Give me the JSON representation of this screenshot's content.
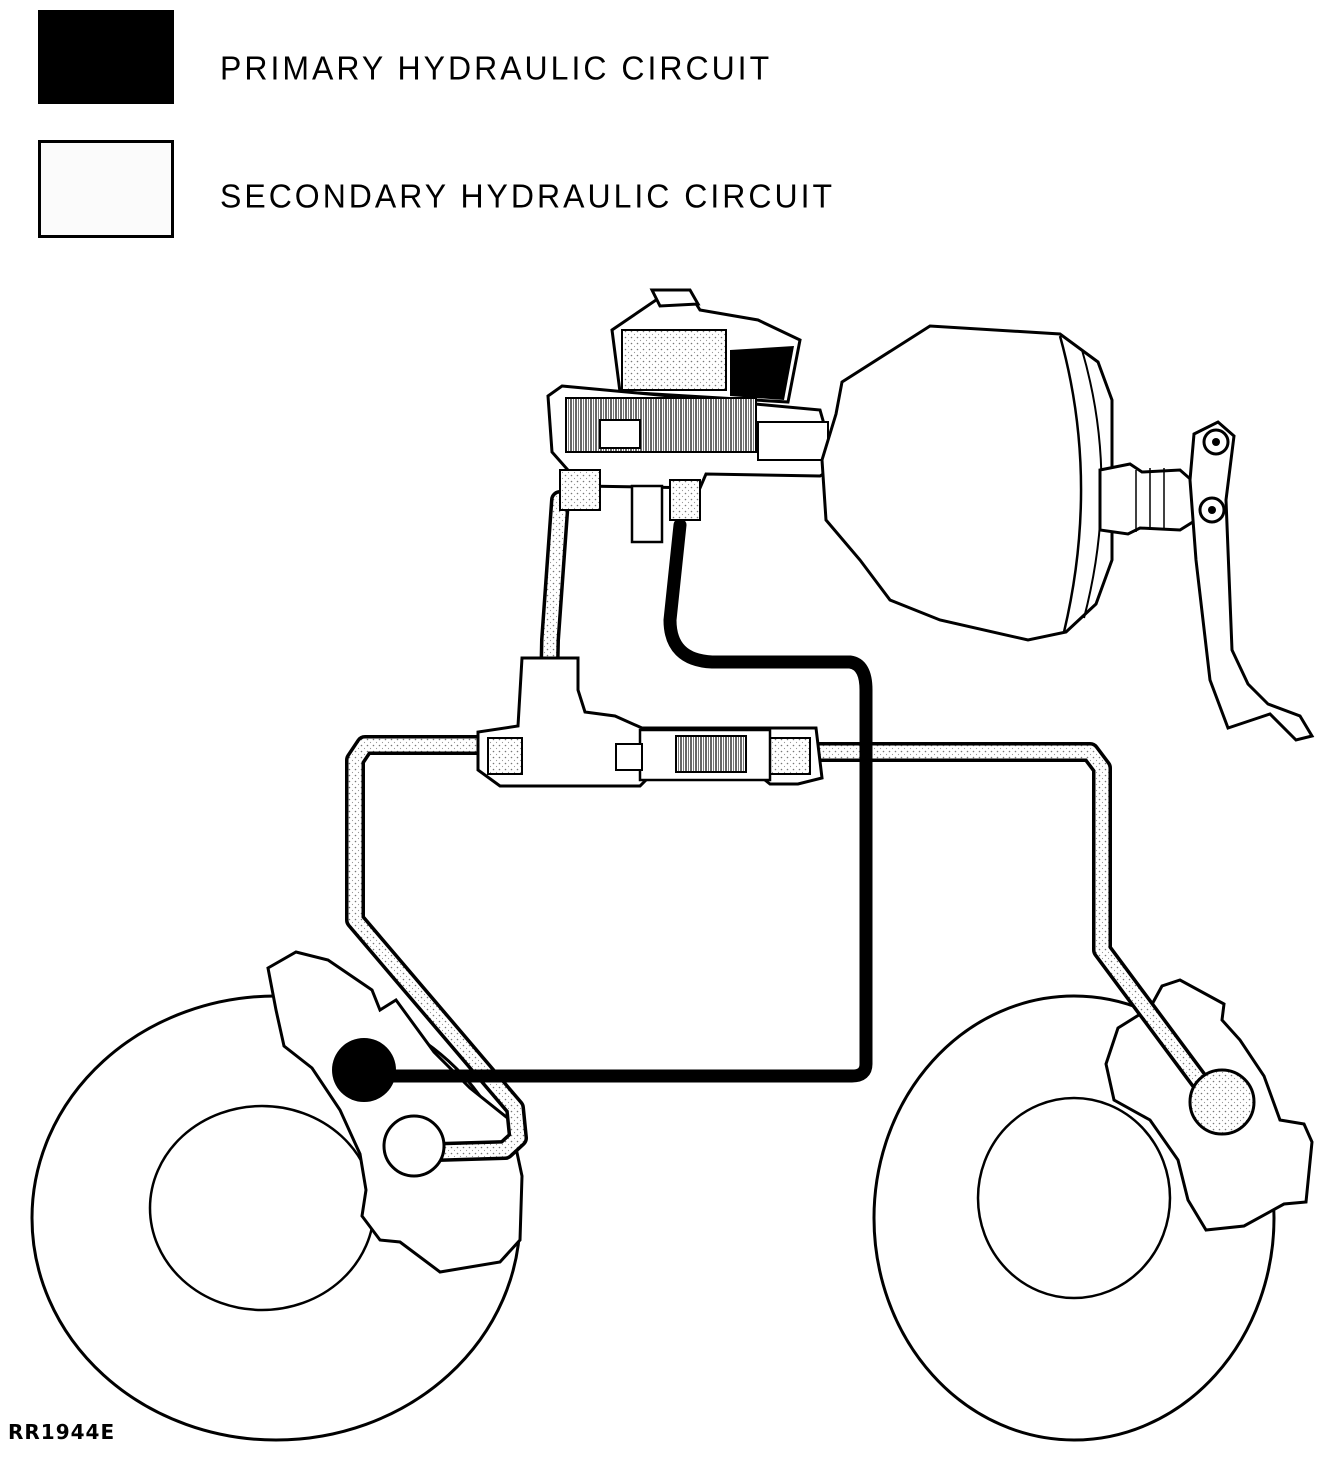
{
  "legend": {
    "primary_label": "PRIMARY HYDRAULIC CIRCUIT",
    "secondary_label": "SECONDARY HYDRAULIC CIRCUIT",
    "primary_color": "#000000",
    "secondary_color": "#ffffff"
  },
  "figure": {
    "reference_code": "RR1944E"
  }
}
